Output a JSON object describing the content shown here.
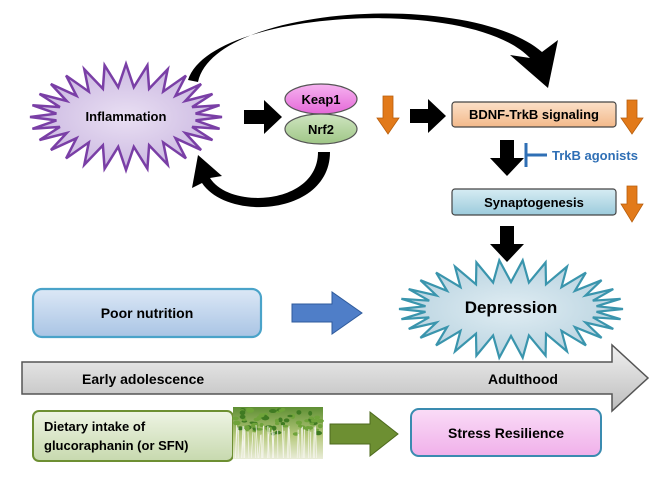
{
  "nodes": {
    "inflammation": "Inflammation",
    "keap1": "Keap1",
    "nrf2": "Nrf2",
    "bdnf": "BDNF-TrkB signaling",
    "trkb_agonists": "TrkB agonists",
    "synaptogenesis": "Synaptogenesis",
    "poor_nutrition": "Poor nutrition",
    "depression": "Depression",
    "timeline_start": "Early adolescence",
    "timeline_end": "Adulthood",
    "dietary_line1": "Dietary intake of",
    "dietary_line2": "glucoraphanin (or SFN)",
    "stress_resilience": "Stress Resilience"
  },
  "colors": {
    "inflammation_fill": "#d9c9ea",
    "inflammation_stroke": "#7a3fa6",
    "keap1": "#f08ae6",
    "nrf2": "#b7d7a4",
    "bdnf": "#f8cba3",
    "synaptogenesis": "#b7dde8",
    "depression_fill": "#c7dbe6",
    "depression_stroke": "#3a95ad",
    "poor_nutrition": "#c5d8ee",
    "dietary": "#dbe8cc",
    "stress_resilience": "#f6c8f2",
    "down_arrow": "#e27a1a",
    "trkb_inhibit": "#2f6fb5",
    "nutrition_arrow": "#4f7ec8",
    "dietary_arrow": "#6d8f32",
    "timeline": "#d6d6d6"
  }
}
